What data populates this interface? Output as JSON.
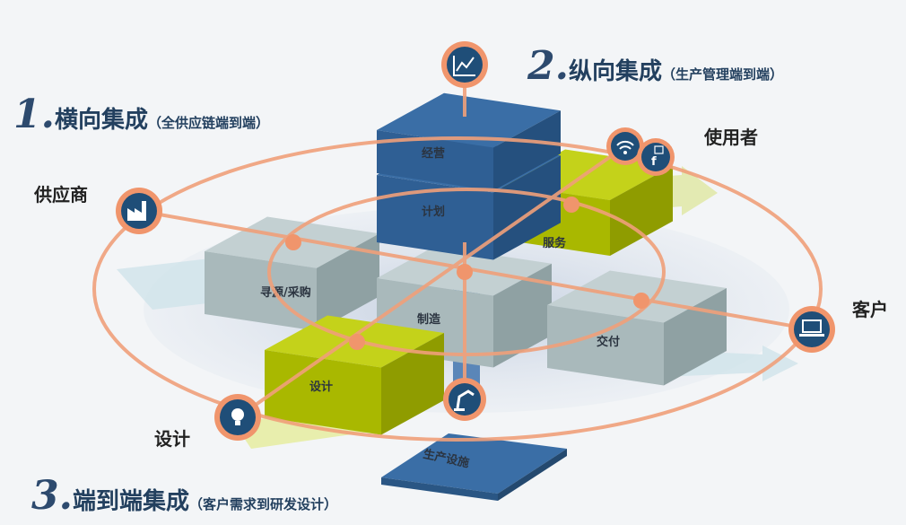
{
  "titles": {
    "horizontal": {
      "num": "1.",
      "main": "横向集成",
      "sub": "（全供应链端到端）"
    },
    "vertical": {
      "num": "2.",
      "main": "纵向集成",
      "sub": "（生产管理端到端）"
    },
    "endtoend": {
      "num": "3.",
      "main": "端到端集成",
      "sub": "（客户需求到研发设计）"
    }
  },
  "nodes": {
    "supplier": "供应商",
    "user": "使用者",
    "customer": "客户",
    "design": "设计"
  },
  "boxes": {
    "operations": "经营",
    "planning": "计划",
    "service": "服务",
    "sourcing": "寻源/采购",
    "manufacturing": "制造",
    "delivery": "交付",
    "design": "设计",
    "facility": "生产设施"
  },
  "colors": {
    "ring": "#f0a07a",
    "node": "#f0956c",
    "blue": "#2f5f94",
    "green": "#a9b800",
    "grey": "#a9b9bb",
    "icon_bg": "#1f4e78"
  },
  "icons": [
    "chart-icon",
    "wifi-icon",
    "facebook-user-icon",
    "factory-icon",
    "laptop-icon",
    "lightbulb-icon",
    "robot-arm-icon"
  ]
}
